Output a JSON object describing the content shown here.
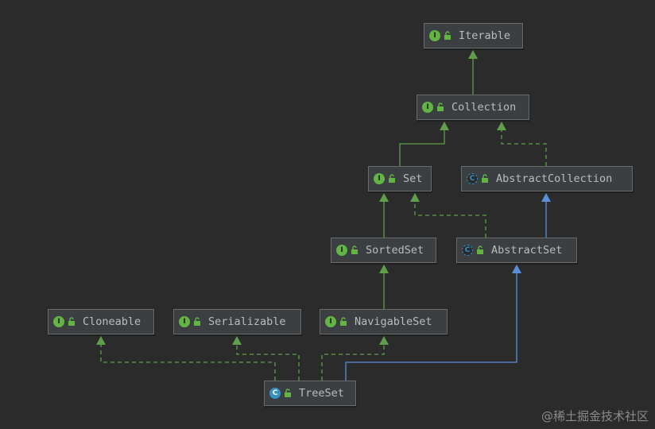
{
  "nodes": {
    "iterable": {
      "label": "Iterable",
      "kind": "interface",
      "badge": "I"
    },
    "collection": {
      "label": "Collection",
      "kind": "interface",
      "badge": "I"
    },
    "set": {
      "label": "Set",
      "kind": "interface",
      "badge": "I"
    },
    "abstract_collection": {
      "label": "AbstractCollection",
      "kind": "abstract-class",
      "badge": "C"
    },
    "sorted_set": {
      "label": "SortedSet",
      "kind": "interface",
      "badge": "I"
    },
    "abstract_set": {
      "label": "AbstractSet",
      "kind": "abstract-class",
      "badge": "C"
    },
    "cloneable": {
      "label": "Cloneable",
      "kind": "interface",
      "badge": "I"
    },
    "serializable": {
      "label": "Serializable",
      "kind": "interface",
      "badge": "I"
    },
    "navigable_set": {
      "label": "NavigableSet",
      "kind": "interface",
      "badge": "I"
    },
    "tree_set": {
      "label": "TreeSet",
      "kind": "class",
      "badge": "C"
    }
  },
  "edges": [
    {
      "from": "collection",
      "to": "iterable",
      "type": "extends-interface"
    },
    {
      "from": "set",
      "to": "collection",
      "type": "extends-interface"
    },
    {
      "from": "abstract_collection",
      "to": "collection",
      "type": "implements"
    },
    {
      "from": "sorted_set",
      "to": "set",
      "type": "extends-interface"
    },
    {
      "from": "abstract_set",
      "to": "set",
      "type": "implements"
    },
    {
      "from": "abstract_set",
      "to": "abstract_collection",
      "type": "extends-class"
    },
    {
      "from": "navigable_set",
      "to": "sorted_set",
      "type": "extends-interface"
    },
    {
      "from": "tree_set",
      "to": "cloneable",
      "type": "implements"
    },
    {
      "from": "tree_set",
      "to": "serializable",
      "type": "implements"
    },
    {
      "from": "tree_set",
      "to": "navigable_set",
      "type": "implements"
    },
    {
      "from": "tree_set",
      "to": "abstract_set",
      "type": "extends-class"
    }
  ],
  "colors": {
    "background": "#2b2b2b",
    "interface_edge": "#5f9e4a",
    "implements_edge": "#5f9e4a",
    "class_edge": "#5b8fd8",
    "interface_badge": "#62b543",
    "class_badge": "#3592c4"
  },
  "watermark": "@稀土掘金技术社区"
}
